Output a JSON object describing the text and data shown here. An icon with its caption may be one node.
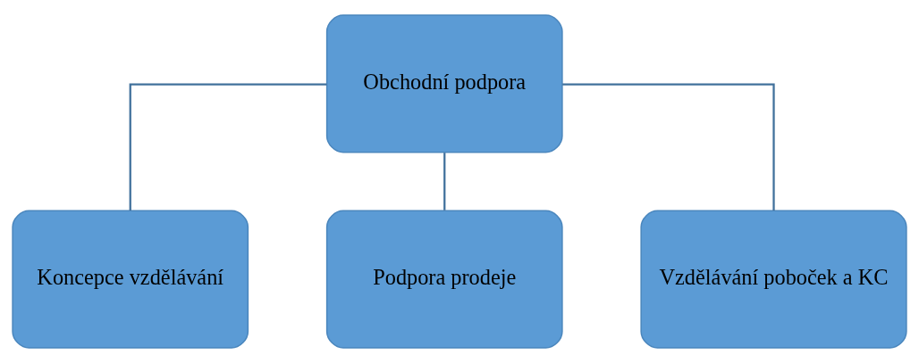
{
  "diagram": {
    "nodes": [
      {
        "text": [
          "Obchodní podpora"
        ]
      },
      {
        "text": [
          "Koncepce vzdělávání"
        ]
      },
      {
        "text": [
          "Podpora prodeje"
        ]
      },
      {
        "text": [
          "Vzdělávání poboček a KC"
        ]
      }
    ],
    "edges": [
      {
        "from": 0,
        "to": 1,
        "arrow": "none"
      },
      {
        "from": 0,
        "to": 2,
        "arrow": "none"
      },
      {
        "from": 0,
        "to": 3,
        "arrow": "none"
      }
    ]
  }
}
